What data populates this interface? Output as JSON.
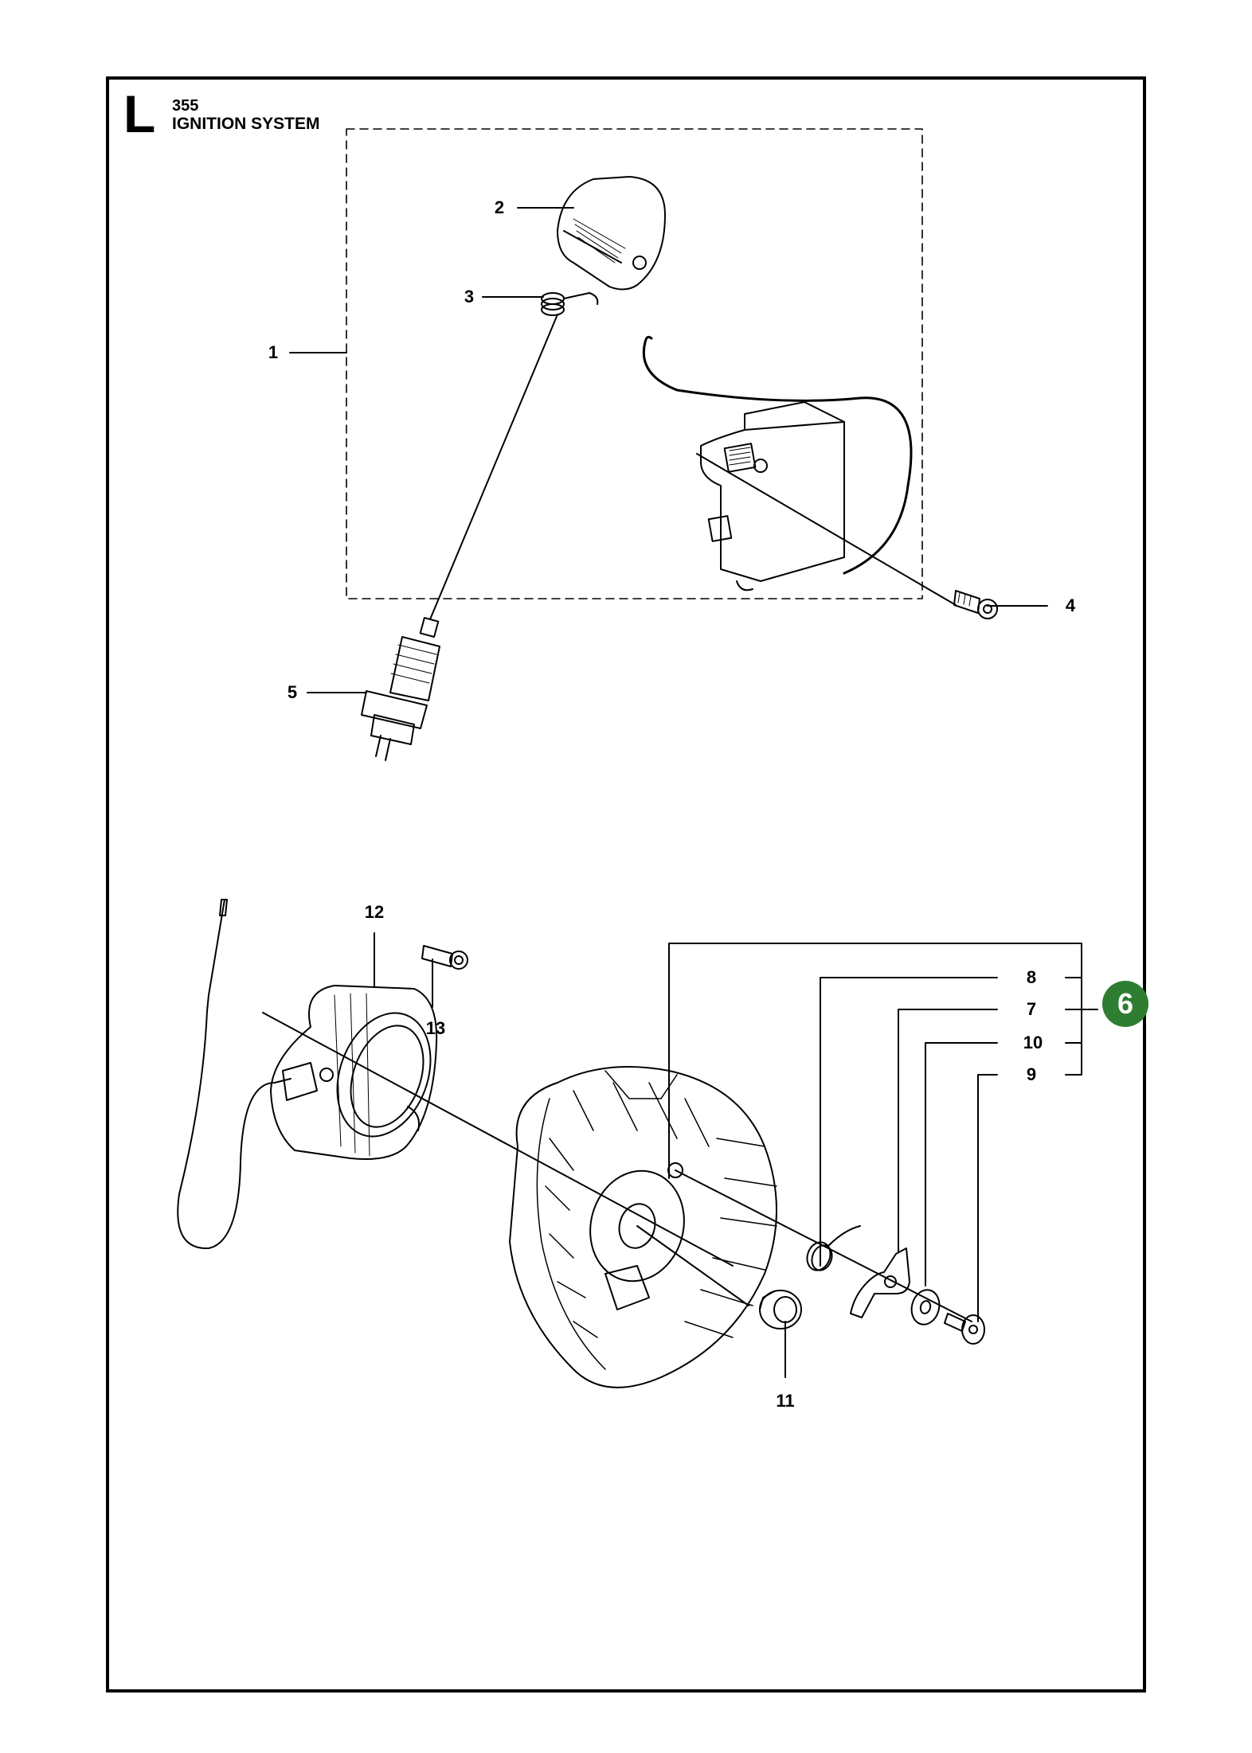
{
  "header": {
    "section_letter": "L",
    "model": "355",
    "title": "IGNITION SYSTEM"
  },
  "callouts": {
    "c1": "1",
    "c2": "2",
    "c3": "3",
    "c4": "4",
    "c5": "5",
    "c7": "7",
    "c8": "8",
    "c9": "9",
    "c10": "10",
    "c11": "11",
    "c12": "12",
    "c13": "13"
  },
  "kit_badge": "6",
  "colors": {
    "kit_badge": "#2e7d32",
    "line": "#000000"
  }
}
